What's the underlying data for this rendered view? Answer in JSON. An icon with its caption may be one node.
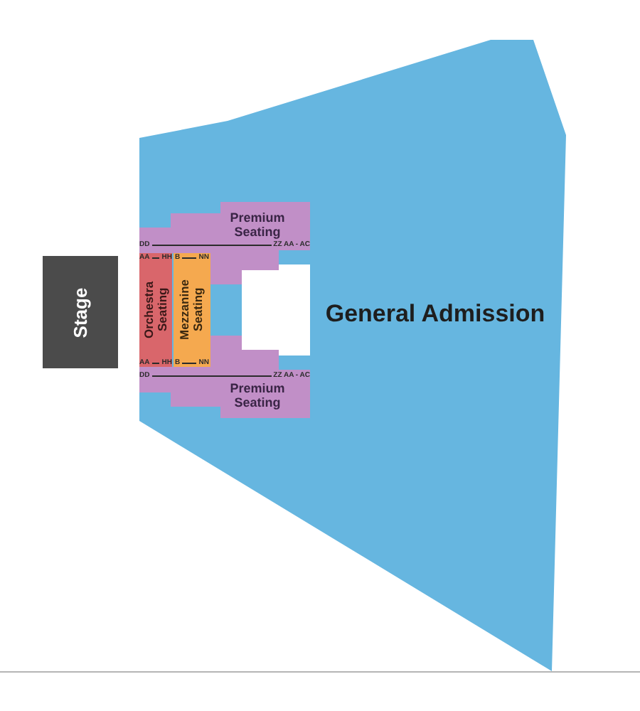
{
  "diagram": {
    "nodes": [
      {
        "text": [
          "Stage"
        ]
      },
      {
        "text": [
          "General Admission"
        ]
      },
      {
        "text": [
          "Premium Seating"
        ],
        "in": 1
      },
      {
        "text": [
          "Orchestra Seating"
        ],
        "in": 1
      },
      {
        "text": [
          "Mezzanine Seating"
        ],
        "in": 1
      },
      {
        "text": [
          "Premium Seating"
        ],
        "in": 1
      }
    ],
    "labels": [
      "DD",
      "ZZ AA - AC",
      "AA",
      "HH",
      "B",
      "NN",
      "AA",
      "HH",
      "B",
      "NN",
      "DD",
      "ZZ AA - AC"
    ]
  }
}
